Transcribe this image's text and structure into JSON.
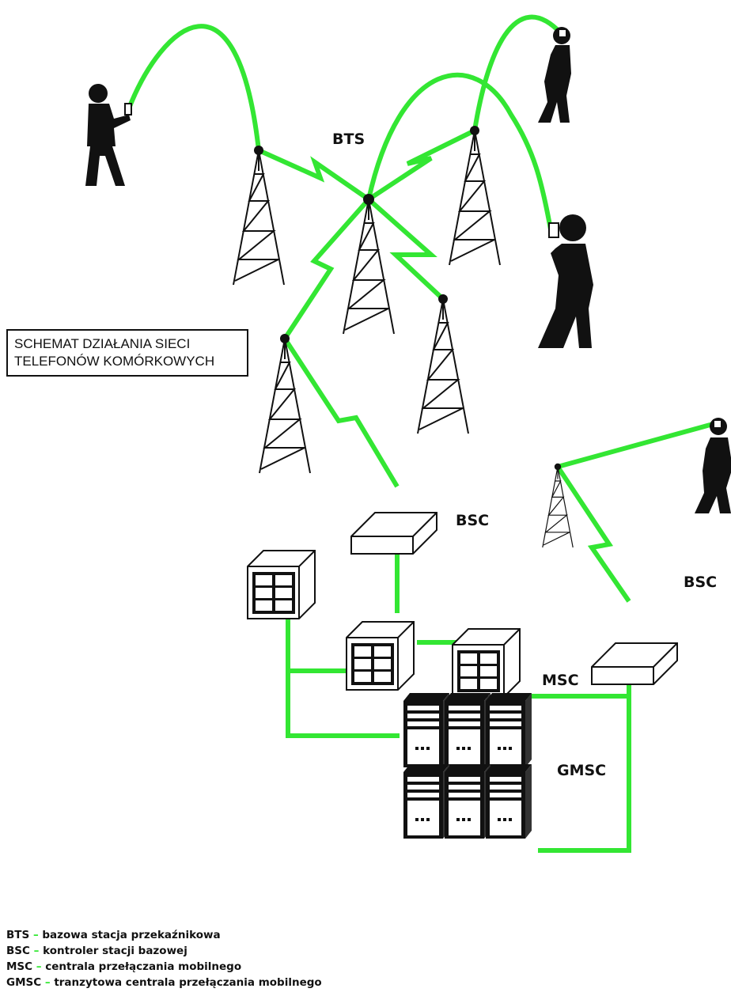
{
  "colors": {
    "link": "#33e633",
    "ink": "#111111",
    "background": "#ffffff"
  },
  "labels": {
    "bts": "BTS",
    "bsc_1": "BSC",
    "bsc_2": "BSC",
    "msc": "MSC",
    "gmsc": "GMSC"
  },
  "title": {
    "line1": "SCHEMAT DZIAŁANIA SIECI",
    "line2": "TELEFONÓW KOMÓRKOWYCH"
  },
  "legend": [
    {
      "abbr": "BTS",
      "dash": "–",
      "text": "bazowa stacja przekaźnikowa"
    },
    {
      "abbr": "BSC",
      "dash": "–",
      "text": "kontroler stacji bazowej"
    },
    {
      "abbr": "MSC",
      "dash": "–",
      "text": "centrala przełączania mobilnego"
    },
    {
      "abbr": "GMSC",
      "dash": "–",
      "text": "tranzytowa centrala przełączania mobilnego"
    }
  ],
  "icons": [
    "person-icon",
    "cell-tower-icon",
    "bsc-box-icon",
    "msc-cube-icon",
    "gmsc-server-rack-icon"
  ]
}
